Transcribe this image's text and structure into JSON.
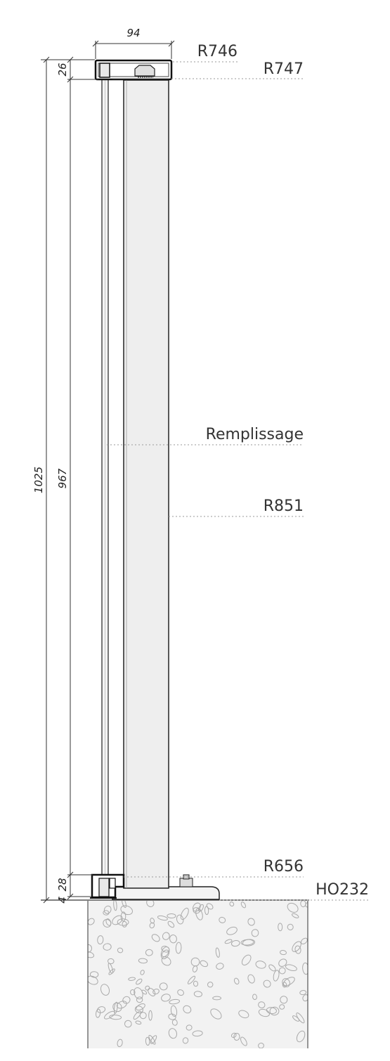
{
  "dimensions": {
    "width_top": "94",
    "total_height": "1025",
    "top_rail_height": "26",
    "panel_height": "967",
    "bottom_rail_height": "28",
    "base_height": "4"
  },
  "labels": {
    "top_cap": "R746",
    "top_rail": "R747",
    "infill": "Remplissage",
    "post": "R851",
    "bottom_rail": "R656",
    "base_plate": "HO232"
  },
  "colors": {
    "line": "#222222",
    "leader": "#999999",
    "panel_fill": "#eeeeee",
    "glass_fill": "#f4f4f4",
    "concrete_fill": "#f2f2f2"
  }
}
